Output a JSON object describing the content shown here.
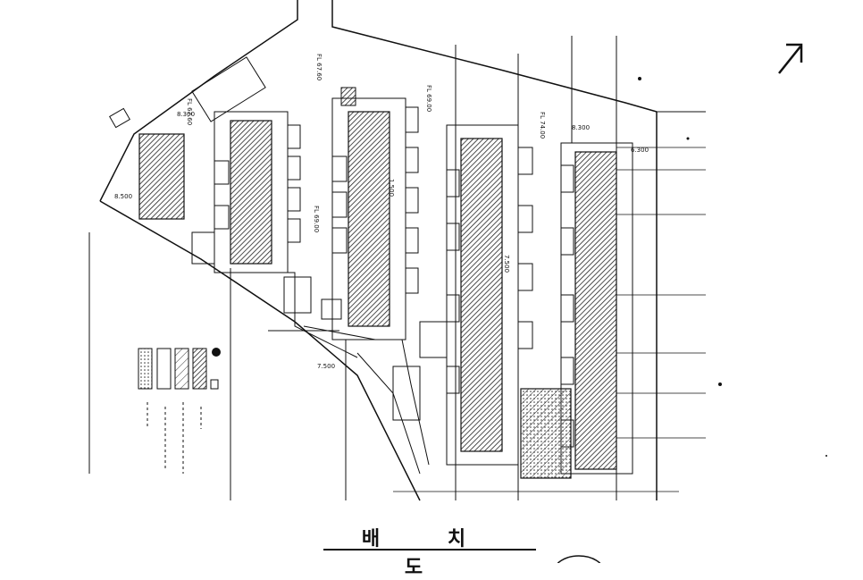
{
  "drawing": {
    "title": "배 치 도",
    "legend": [
      {
        "symbol": "dots",
        "label": ""
      },
      {
        "symbol": "plain",
        "label": ""
      },
      {
        "symbol": "hatch-light",
        "label": ""
      },
      {
        "symbol": "hatch-dense",
        "label": ""
      },
      {
        "symbol": "filled-circle",
        "label": ""
      }
    ],
    "dimension_labels": [
      "8.500",
      "8.300",
      "8.300",
      "6.300",
      "7.500",
      "7.500",
      "1.500"
    ],
    "level_labels": [
      "FL 67.60",
      "FL 69.00",
      "FL 74.00",
      "FL 67.60",
      "FL 69.00"
    ],
    "icons": {
      "north_arrow": "north-arrow-icon",
      "seal": "seal-stamp-icon"
    },
    "colors": {
      "ink": "#111111",
      "hatch": "#333333",
      "paper": "#ffffff"
    }
  }
}
